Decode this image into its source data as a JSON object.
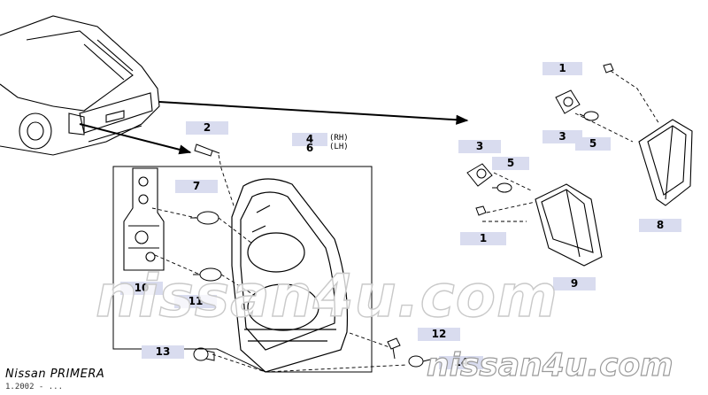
{
  "callouts": {
    "c1_top": "1",
    "c3_top": "3",
    "c5_top": "5",
    "c2": "2",
    "c4": "4",
    "c6": "6",
    "c3": "3",
    "c5": "5",
    "c7": "7",
    "c1_mid": "1",
    "c8": "8",
    "c9": "9",
    "c10": "10",
    "c11": "11",
    "c12": "12",
    "c13": "13",
    "c14": "14"
  },
  "side_labels": {
    "rh": "(RH)",
    "lh": "(LH)"
  },
  "footer": {
    "brand": "Nissan PRIMERA",
    "date": "1.2002 - ..."
  },
  "watermark": {
    "main": "nissan4u.com",
    "corner": "nissan4u.com"
  },
  "colors": {
    "callout_bg": "#d9dcef",
    "line": "#000000",
    "paper": "#ffffff"
  }
}
